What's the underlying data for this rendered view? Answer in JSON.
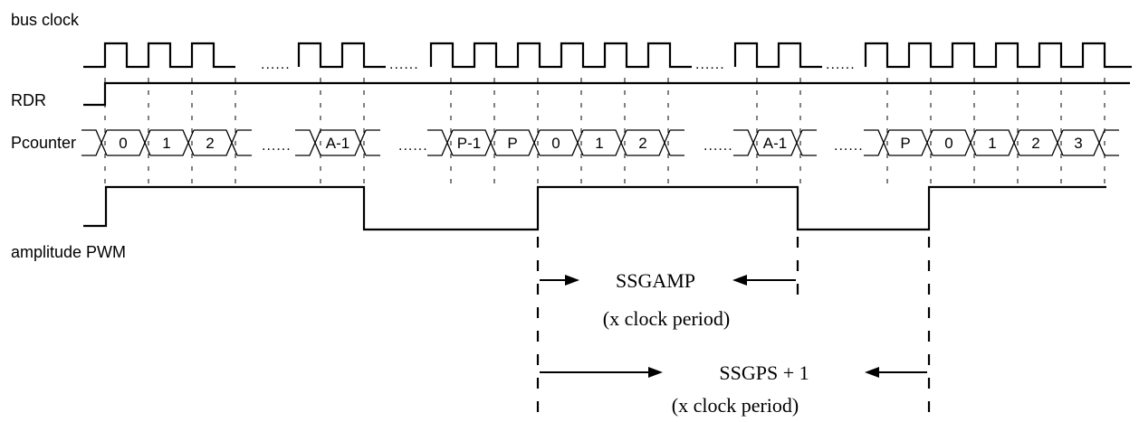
{
  "signals": {
    "bus_clock": "bus clock",
    "rdr": "RDR",
    "pcounter": "Pcounter",
    "amplitude_pwm": "amplitude PWM"
  },
  "pcounter_values": [
    "0",
    "1",
    "2",
    "A-1",
    "P-1",
    "P",
    "0",
    "1",
    "2",
    "A-1",
    "P",
    "0",
    "1",
    "2",
    "3"
  ],
  "ellipsis": "......",
  "annotations": {
    "ssgamp": {
      "label": "SSGAMP",
      "unit": "(x clock period)"
    },
    "ssgps": {
      "label": "SSGPS + 1",
      "unit": "(x clock period)"
    }
  }
}
